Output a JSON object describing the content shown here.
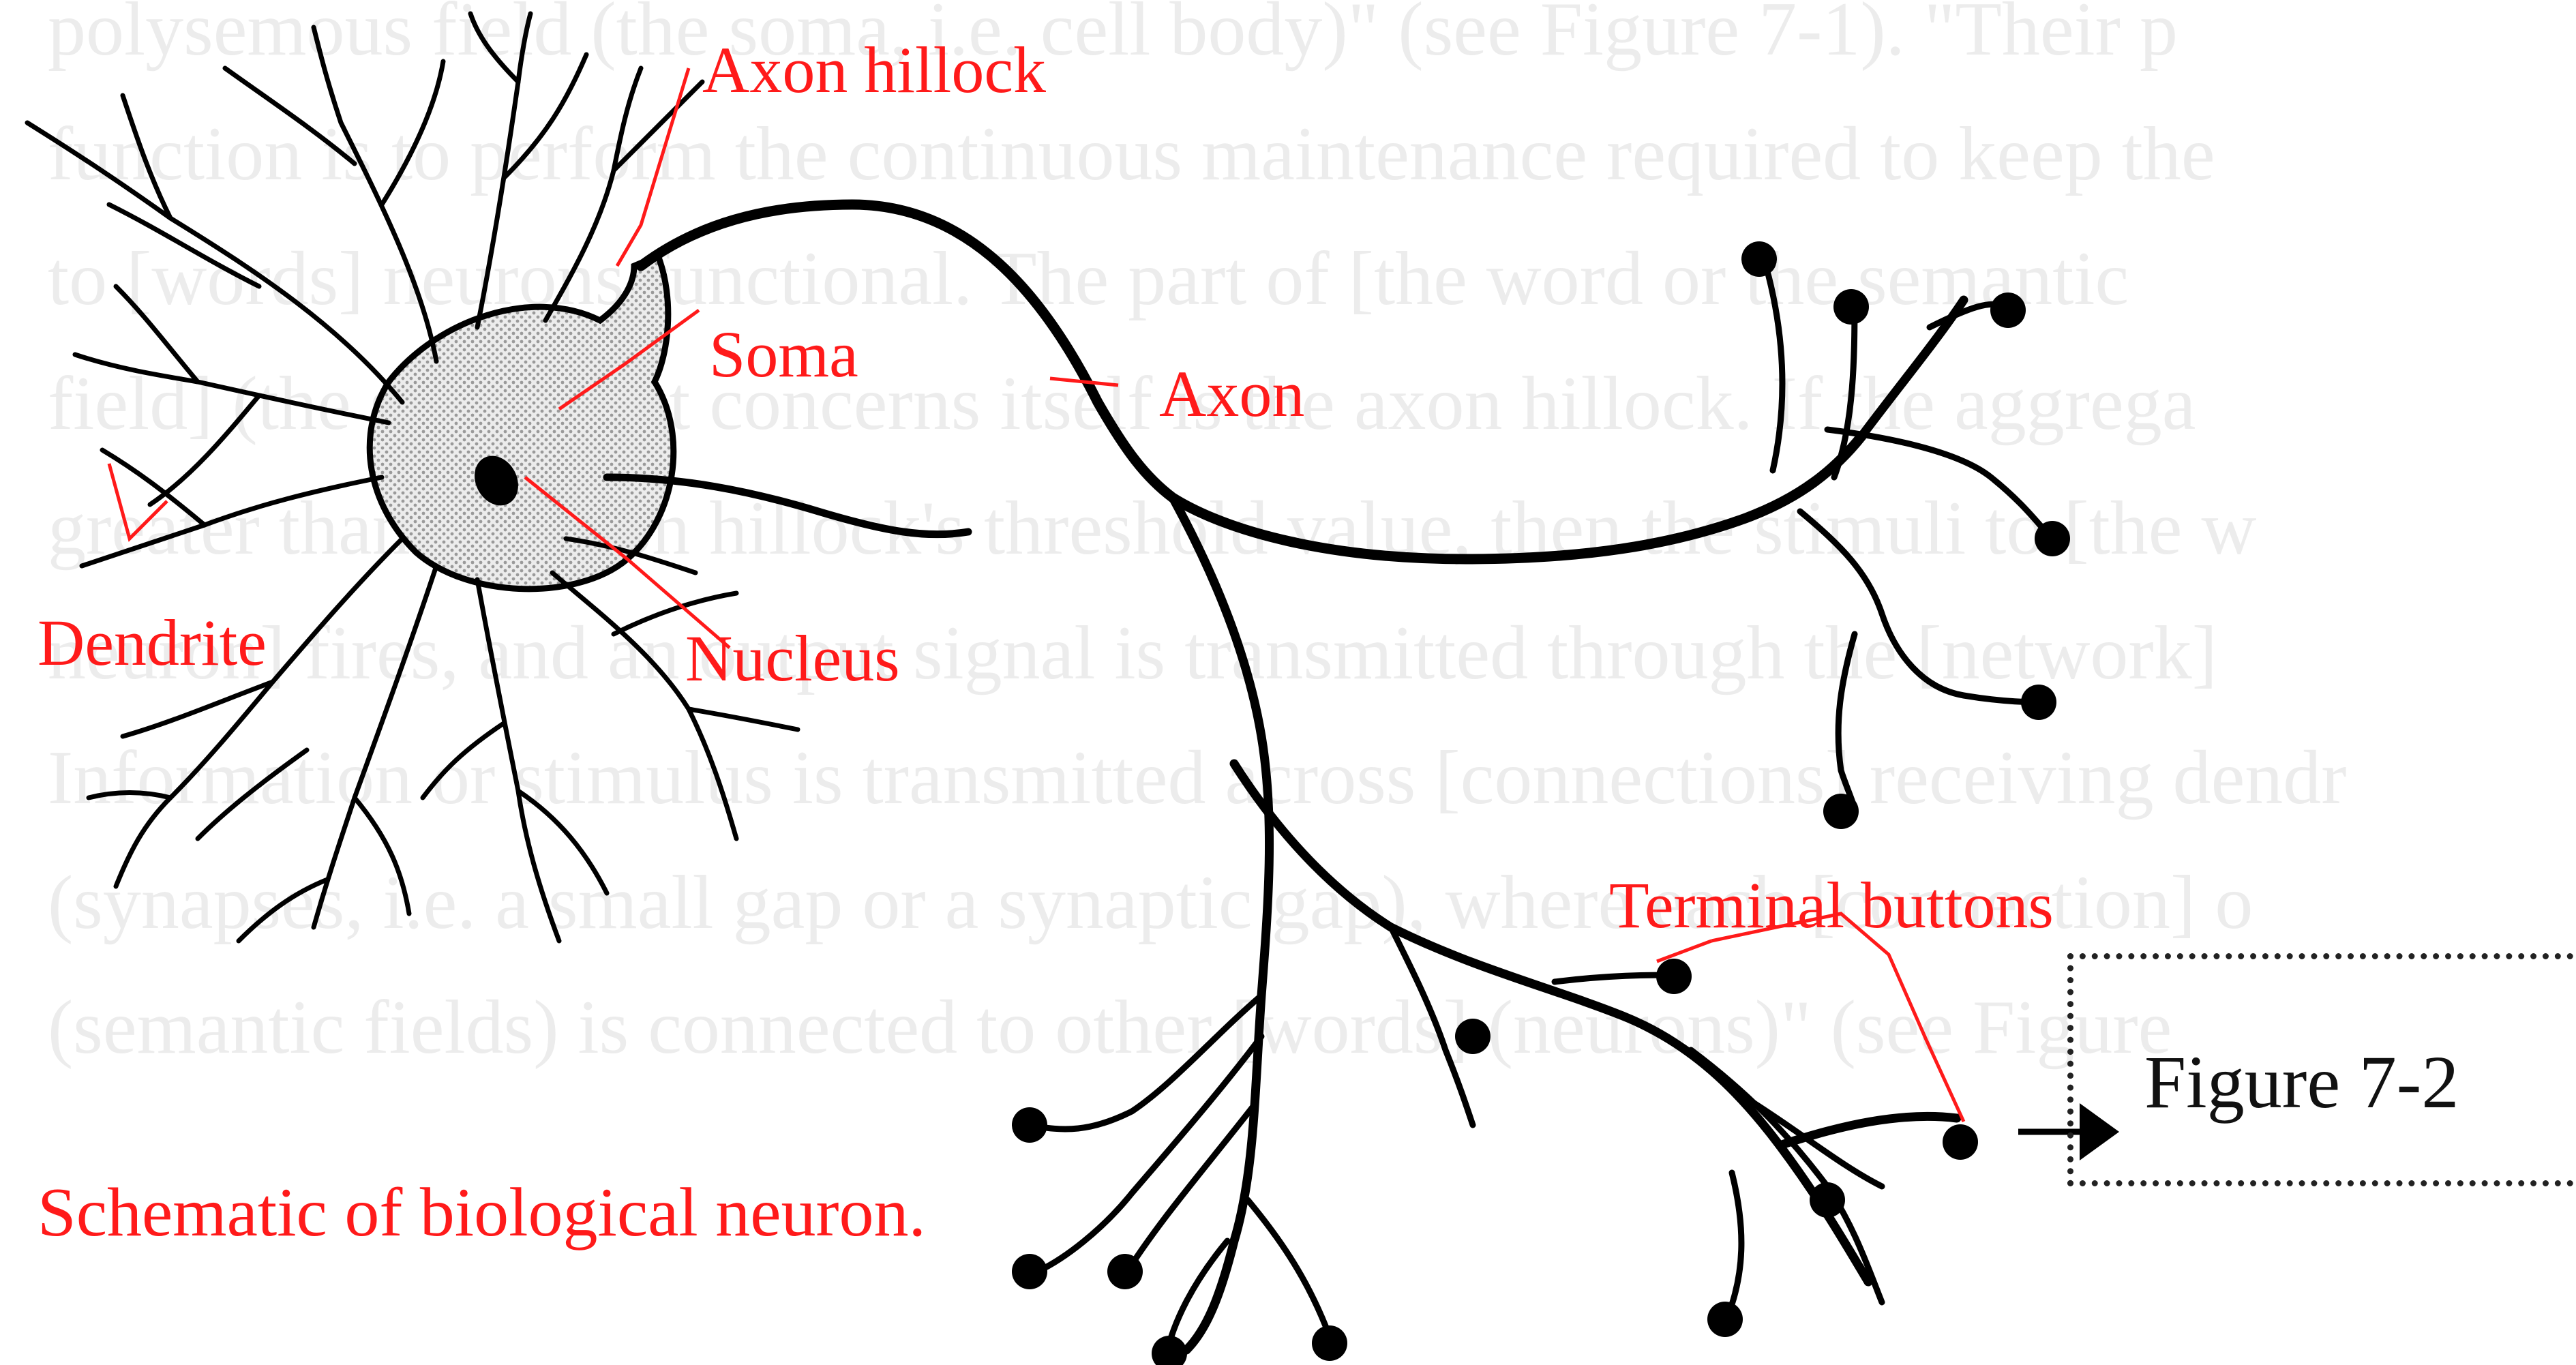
{
  "labels": {
    "axon_hillock": "Axon hillock",
    "soma": "Soma",
    "axon": "Axon",
    "dendrite": "Dendrite",
    "nucleus": "Nucleus",
    "terminal_buttons": "Terminal buttons"
  },
  "caption": "Schematic of biological neuron.",
  "figure_ref": "Figure 7-2",
  "background_text": [
    "polysemous field (the soma, i.e. cell body)\" (see Figure 7-1). \"Their p",
    "function is to perform the continuous maintenance required to keep the",
    "to [words] neurons functional. The part of [the word or the semantic",
    "field] (the soma) that concerns itself is the axon hillock. If the aggrega",
    "greater than the axon hillock's threshold value, then the stimuli to [the w",
    "neuron] fires, and an output signal is transmitted through the [network]",
    "Information or stimulus is transmitted across [connections] receiving dendr",
    "(synapses, i.e. a small gap or a synaptic gap), where each [connection] o",
    "(semantic fields) is connected to other [words] (neurons)\" (see Figure",
    ""
  ],
  "colors": {
    "label_red": "#ff1a1a",
    "ink": "#000000",
    "background_text": "#ececec",
    "soma_fill": "#e0e0e0"
  }
}
